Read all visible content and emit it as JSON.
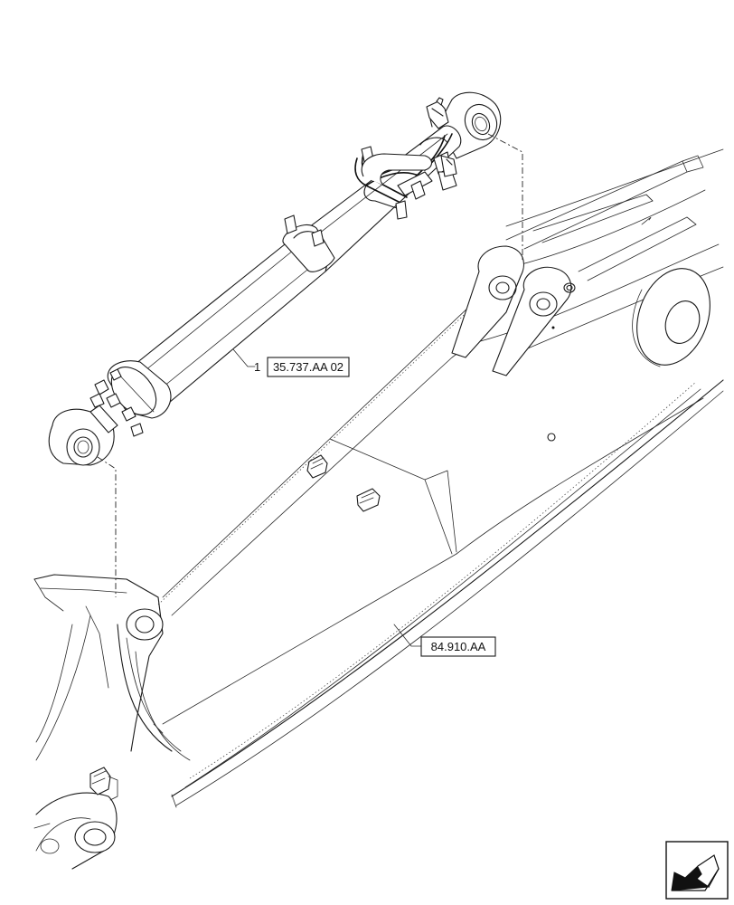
{
  "callouts": [
    {
      "item_number": "1",
      "reference": "35.737.AA 02"
    },
    {
      "item_number": "",
      "reference": "84.910.AA"
    }
  ],
  "nav_icon": "arrow-navigation-icon"
}
